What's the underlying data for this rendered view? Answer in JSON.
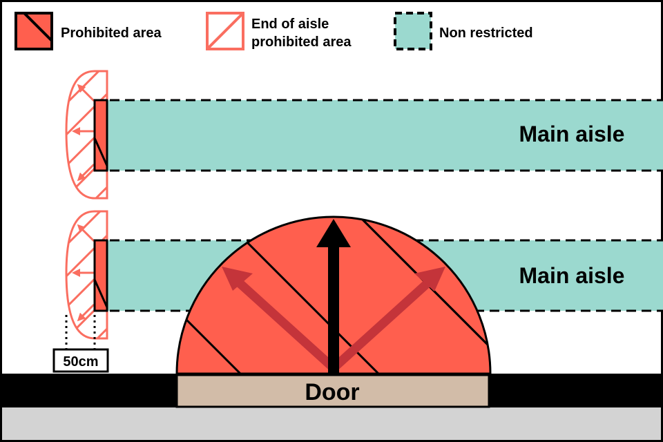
{
  "legend": {
    "prohibited": "Prohibited area",
    "end_line1": "End of aisle",
    "end_line2": "prohibited area",
    "non_restricted": "Non restricted"
  },
  "aisles": {
    "top_label": "Main aisle",
    "bottom_label": "Main aisle"
  },
  "door_label": "Door",
  "dimension_label": "50cm",
  "colors": {
    "prohibited": "#ff5f4e",
    "hatch_outline": "#fa6e60",
    "non_restricted": "#9bd9cf",
    "door": "#d2bca8",
    "wall": "#000000",
    "floor": "#d3d3d3",
    "arrow_dim": "#c4343a"
  },
  "icons": [
    "up-arrow-icon",
    "diagonal-arrow-icon",
    "hatch-pattern-icon"
  ]
}
